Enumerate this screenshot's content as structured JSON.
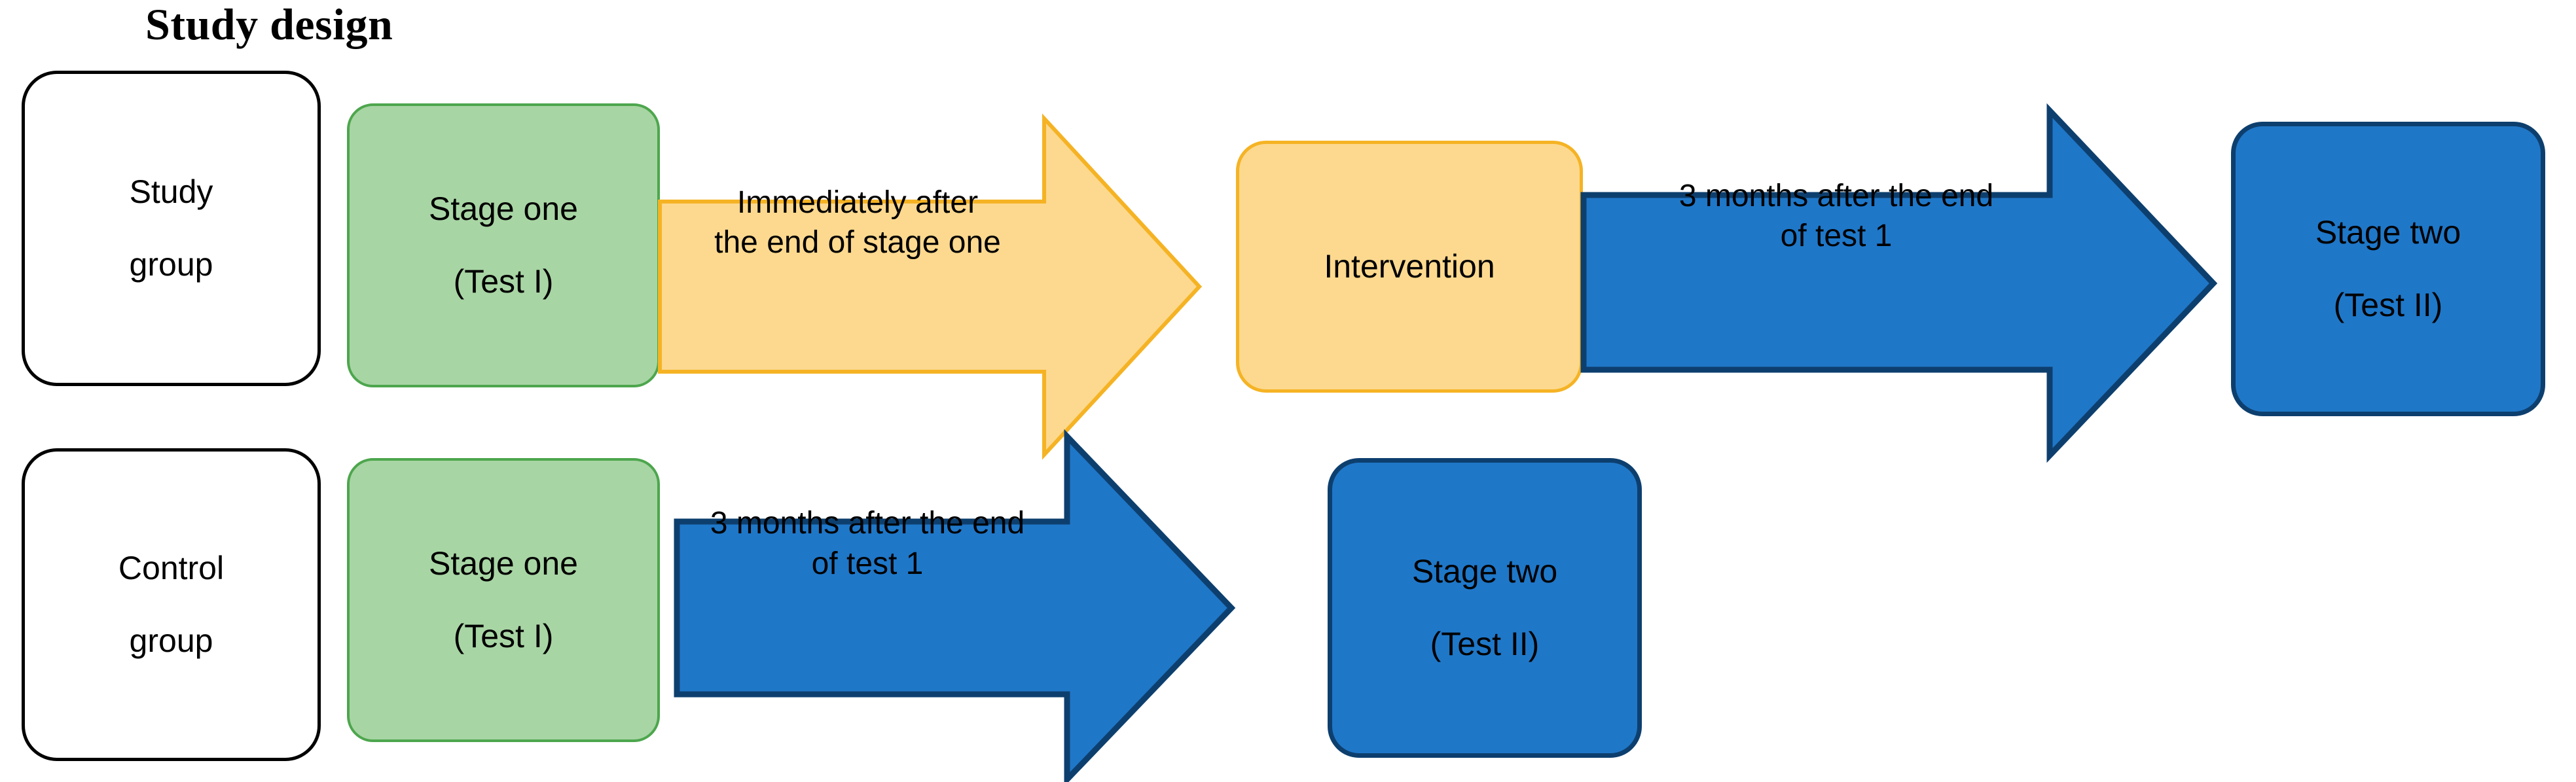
{
  "diagram": {
    "title": "Study design",
    "colors": {
      "green_fill": "#a8d5a4",
      "green_stroke": "#4da64d",
      "blue_fill": "#1f77c8",
      "blue_stroke": "#0d3f6e",
      "amber_fill": "#fdd98f",
      "amber_stroke": "#f5b324",
      "plain_stroke": "#000000",
      "background": "#ffffff",
      "text": "#000000"
    },
    "rows": [
      {
        "id": "study-group-row",
        "group_label_line1": "Study",
        "group_label_line2": "group",
        "stage_one_line1": "Stage one",
        "stage_one_line2": "(Test I)",
        "arrow_one_line1": "Immediately after",
        "arrow_one_line2": "the end of stage one",
        "intervention_label": "Intervention",
        "arrow_two_line1": "3 months after the end",
        "arrow_two_line2": "of test 1",
        "stage_two_line1": "Stage two",
        "stage_two_line2": "(Test II)"
      },
      {
        "id": "control-group-row",
        "group_label_line1": "Control",
        "group_label_line2": "group",
        "stage_one_line1": "Stage one",
        "stage_one_line2": "(Test I)",
        "arrow_one_line1": "3 months after the end",
        "arrow_one_line2": "of test 1",
        "stage_two_line1": "Stage two",
        "stage_two_line2": "(Test II)"
      }
    ]
  }
}
